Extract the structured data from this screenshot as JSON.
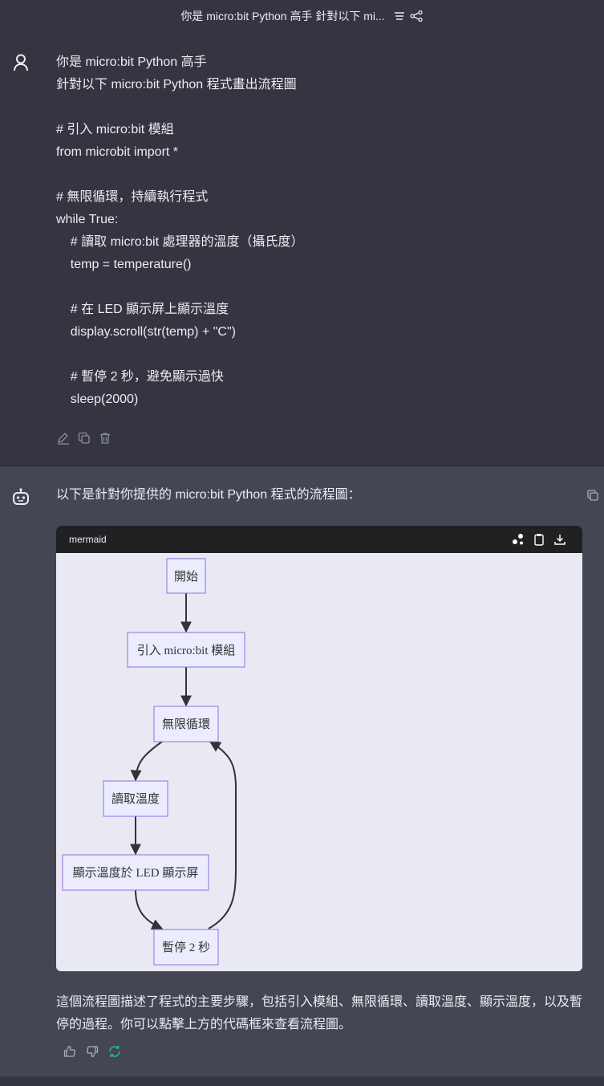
{
  "topbar": {
    "title": "你是 micro:bit Python 高手 針對以下 mi..."
  },
  "user_message": {
    "lines": [
      "你是 micro:bit Python 高手",
      "針對以下 micro:bit Python 程式畫出流程圖",
      "",
      "# 引入 micro:bit 模組",
      "from microbit import *",
      "",
      "# 無限循環，持續執行程式",
      "while True:",
      "    # 讀取 micro:bit 處理器的溫度（攝氏度）",
      "    temp = temperature()",
      "",
      "    # 在 LED 顯示屏上顯示溫度",
      "    display.scroll(str(temp) + \"C\")",
      "",
      "    # 暫停 2 秒，避免顯示過快",
      "    sleep(2000)"
    ]
  },
  "assistant_message": {
    "intro": "以下是針對你提供的 micro:bit Python 程式的流程圖：",
    "code_block": {
      "language": "mermaid"
    },
    "flowchart": {
      "nodes": {
        "start": "開始",
        "import": "引入 micro:bit 模組",
        "loop": "無限循環",
        "read": "讀取溫度",
        "display": "顯示溫度於 LED 顯示屏",
        "sleep": "暫停 2 秒"
      }
    },
    "summary": "這個流程圖描述了程式的主要步驟，包括引入模組、無限循環、讀取溫度、顯示溫度，以及暫停的過程。你可以點擊上方的代碼框來查看流程圖。"
  },
  "colors": {
    "page_bg": "#444654",
    "user_bg": "#343541",
    "code_header": "#202123",
    "diagram_bg": "#e8e9f3",
    "node_fill": "#ececff",
    "node_stroke": "#9370db",
    "accent_green": "#19c37d"
  },
  "icons": {
    "topbar": [
      "list-icon",
      "share-icon"
    ],
    "user_actions": [
      "edit-icon",
      "copy-icon",
      "trash-icon"
    ],
    "code_tools": [
      "diagram-icon",
      "clipboard-icon",
      "download-icon"
    ],
    "feedback": [
      "thumbs-up-icon",
      "thumbs-down-icon",
      "regenerate-icon"
    ]
  }
}
